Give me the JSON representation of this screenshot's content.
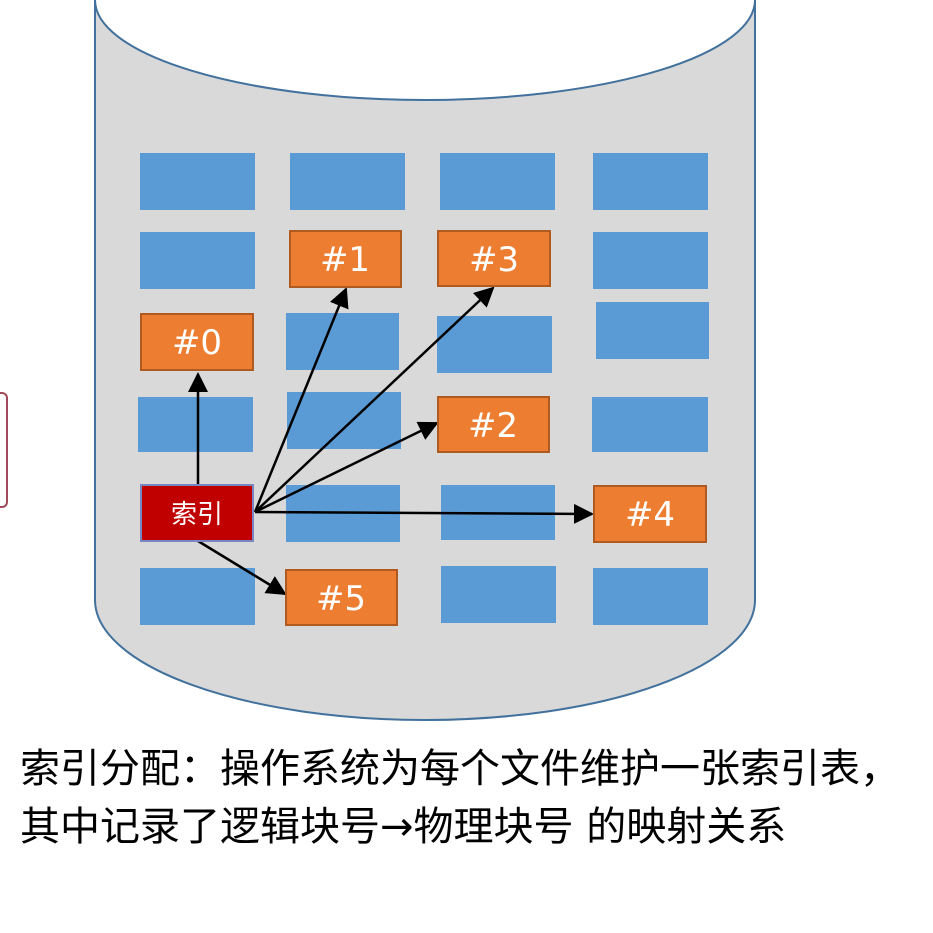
{
  "colors": {
    "cylinder_fill": "#d9d9d9",
    "cylinder_top": "#ffffff",
    "cylinder_stroke": "#41719c",
    "free_block": "#5b9bd5",
    "used_block": "#ed7d31",
    "used_block_stroke": "#ae5a21",
    "index_block": "#c00000",
    "index_block_stroke": "#7a86c0",
    "arrow": "#000000"
  },
  "index_block": {
    "label": "索引"
  },
  "data_blocks": [
    {
      "label": "#0"
    },
    {
      "label": "#1"
    },
    {
      "label": "#2"
    },
    {
      "label": "#3"
    },
    {
      "label": "#4"
    },
    {
      "label": "#5"
    }
  ],
  "caption": "索引分配：操作系统为每个文件维护一张索引表，其中记录了逻辑块号→物理块号 的映射关系"
}
